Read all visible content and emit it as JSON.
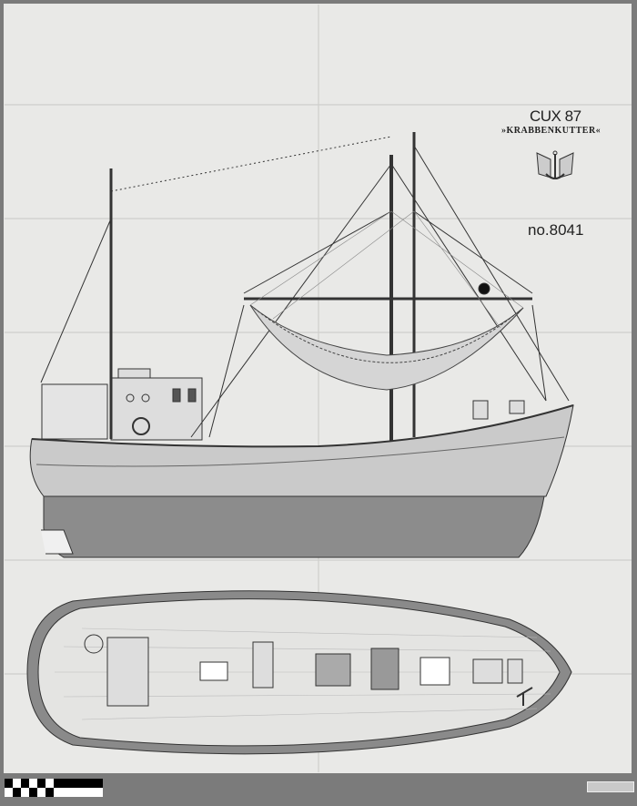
{
  "plan": {
    "model_name": "CUX 87",
    "subtitle": "»KRABBENKUTTER«",
    "catalog_number": "no.8041",
    "emblem": "anchor-crest-icon"
  },
  "colors": {
    "background": "#7b7b7b",
    "paper": "#e9e9e7",
    "hull_upper": "#c9c9c9",
    "hull_lower": "#8c8c8c",
    "line": "#333333"
  },
  "color_scale": "checkerboard-scale-bar"
}
